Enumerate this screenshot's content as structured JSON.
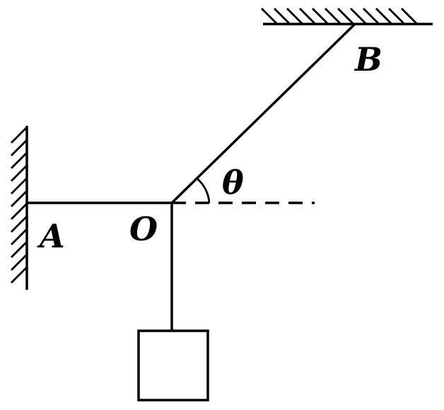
{
  "labels": {
    "a": "A",
    "b": "B",
    "o": "O",
    "theta": "θ"
  },
  "colors": {
    "ink": "#000000",
    "background": "#ffffff"
  }
}
